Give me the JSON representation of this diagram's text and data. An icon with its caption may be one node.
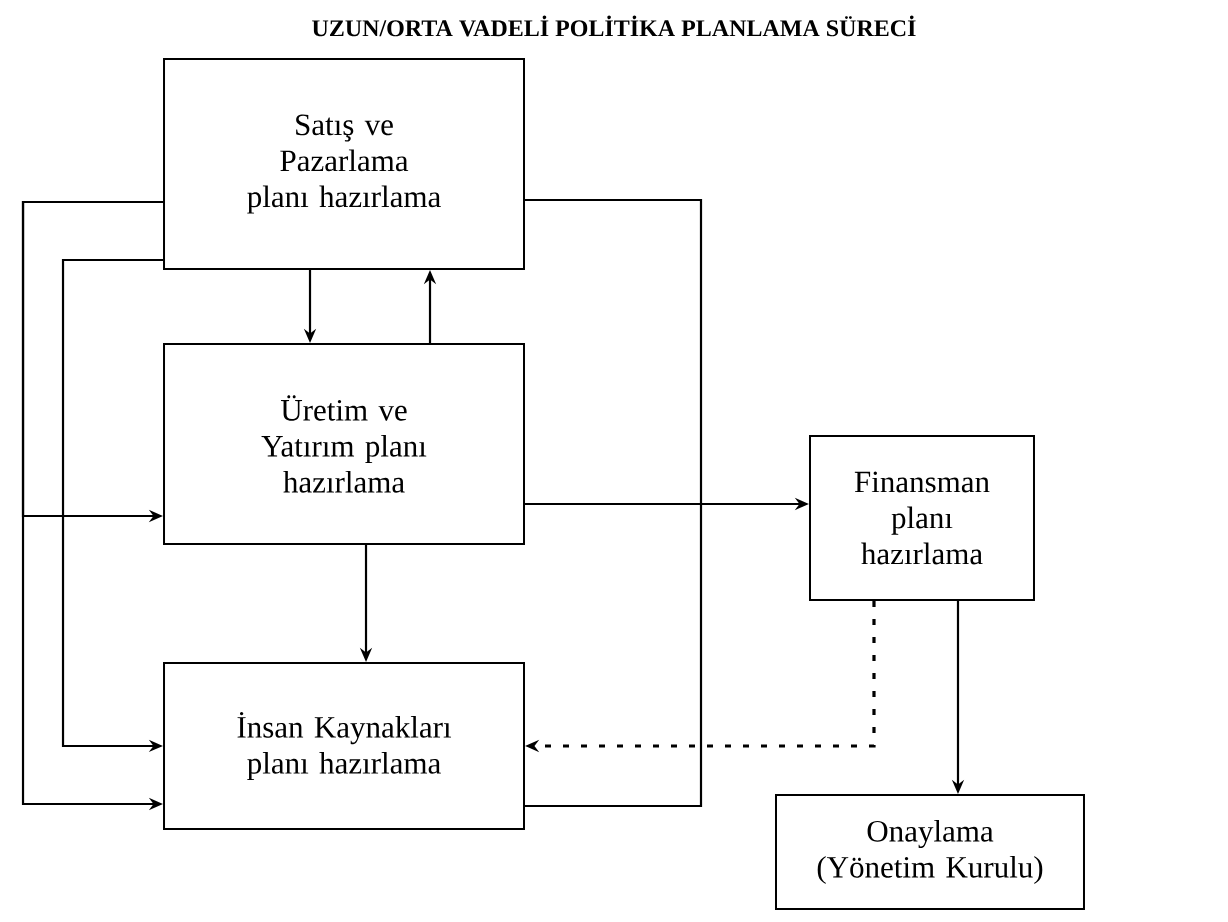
{
  "diagram": {
    "title": "UZUN/ORTA VADELİ POLİTİKA PLANLAMA SÜRECİ",
    "nodes": [
      {
        "text": [
          "Satış ve Pazarlama planı hazırlama"
        ]
      },
      {
        "text": [
          "Üretim ve Yatırım planı hazırlama"
        ]
      },
      {
        "text": [
          "Finansman planı hazırlama"
        ]
      },
      {
        "text": [
          "İnsan Kaynakları planı hazırlama"
        ]
      },
      {
        "text": [
          "Onaylama (Yönetim Kurulu)"
        ]
      }
    ],
    "edges": [
      {
        "from": 0,
        "to": 1,
        "arrow": "to"
      },
      {
        "from": 1,
        "to": 0,
        "arrow": "to"
      },
      {
        "from": 1,
        "to": 2,
        "arrow": "to"
      },
      {
        "from": 1,
        "to": 3,
        "arrow": "to"
      },
      {
        "from": 2,
        "to": 4,
        "arrow": "to"
      },
      {
        "from": 2,
        "to": 3,
        "arrow": "to",
        "style": "dashed"
      },
      {
        "from": 0,
        "to": 1,
        "arrow": "to"
      },
      {
        "from": 0,
        "to": 3,
        "arrow": "to"
      },
      {
        "from": 0,
        "to": 3,
        "arrow": "to"
      },
      {
        "from": 0,
        "to": 3,
        "arrow": "none"
      }
    ]
  }
}
